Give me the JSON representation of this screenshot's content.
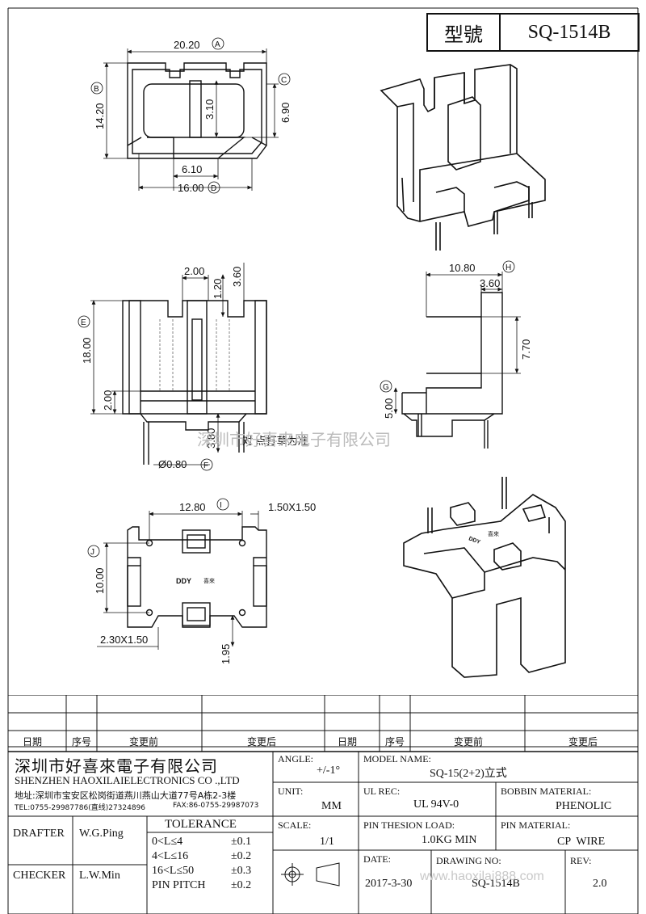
{
  "title": {
    "model_label": "型號",
    "model_value": "SQ-1514B"
  },
  "dims": {
    "top": {
      "width": "20.20",
      "height": "14.20",
      "slot": "3.10",
      "inner_h": "6.90",
      "notch": "6.10",
      "inner_w": "16.00",
      "ref_a": "A",
      "ref_b": "B",
      "ref_c": "C",
      "ref_d": "D"
    },
    "front": {
      "slot": "2.00",
      "wall": "1.20",
      "depth": "3.60",
      "total_h": "18.00",
      "base": "2.00",
      "pin_len": "3.80",
      "pin_dia": "Ø0.80",
      "ref_e": "E",
      "ref_f": "F"
    },
    "side": {
      "width": "10.80",
      "top": "3.60",
      "mid": "7.70",
      "base": "5.00",
      "ref_g": "G",
      "ref_h": "H"
    },
    "bottom": {
      "width": "12.80",
      "slot": "1.50X1.50",
      "depth": "10.00",
      "small_slot": "2.30X1.50",
      "offset": "1.95",
      "ref_i": "I",
      "ref_j": "J",
      "mark_ddy": "DDY",
      "mark_cn": "喜來"
    },
    "note": "对 点打草为准"
  },
  "watermark": "深圳市好喜来电子有限公司",
  "watermark_url": "www.haoxilai888.com",
  "revision_table": {
    "headers": [
      "日期",
      "序号",
      "变更前",
      "变更后",
      "日期",
      "序号",
      "变更前",
      "变更后"
    ]
  },
  "company": {
    "name_cn": "深圳市好喜來電子有限公司",
    "name_en": "SHENZHEN HAOXILAIELECTRONICS CO .,LTD",
    "address": "地址:深圳市宝安区松岗街道燕川燕山大道77号A栋2-3楼",
    "tel": "TEL:0755-29987786(直线)27324896",
    "fax": "FAX:86-0755-29987073"
  },
  "fields": {
    "angle_label": "ANGLE:",
    "angle_value": "+/-1°",
    "model_name_label": "MODEL NAME:",
    "model_name_value": "SQ-15(2+2)立式",
    "unit_label": "UNIT:",
    "unit_value": "MM",
    "ul_label": "UL REC:",
    "ul_value": "UL 94V-0",
    "bobbin_label": "BOBBIN MATERIAL:",
    "bobbin_value": "PHENOLIC",
    "scale_label": "SCALE:",
    "scale_value": "1/1",
    "pin_load_label": "PIN THESION LOAD:",
    "pin_load_value": "1.0KG MIN",
    "pin_material_label": "PIN MATERIAL:",
    "pin_material_value": "CP  WIRE",
    "date_label": "DATE:",
    "date_value": "2017-3-30",
    "drawing_no_label": "DRAWING NO:",
    "drawing_no_value": "SQ-1514B",
    "rev_label": "REV:",
    "rev_value": "2.0",
    "drafter_label": "DRAFTER",
    "drafter_value": "W.G.Ping",
    "checker_label": "CHECKER",
    "checker_value": "L.W.Min"
  },
  "tolerance": {
    "title": "TOLERANCE",
    "rows": [
      {
        "range": "0<L≤4",
        "tol": "±0.1"
      },
      {
        "range": "4<L≤16",
        "tol": "±0.2"
      },
      {
        "range": "16<L≤50",
        "tol": "±0.3"
      },
      {
        "range": "PIN PITCH",
        "tol": "±0.2"
      }
    ]
  }
}
